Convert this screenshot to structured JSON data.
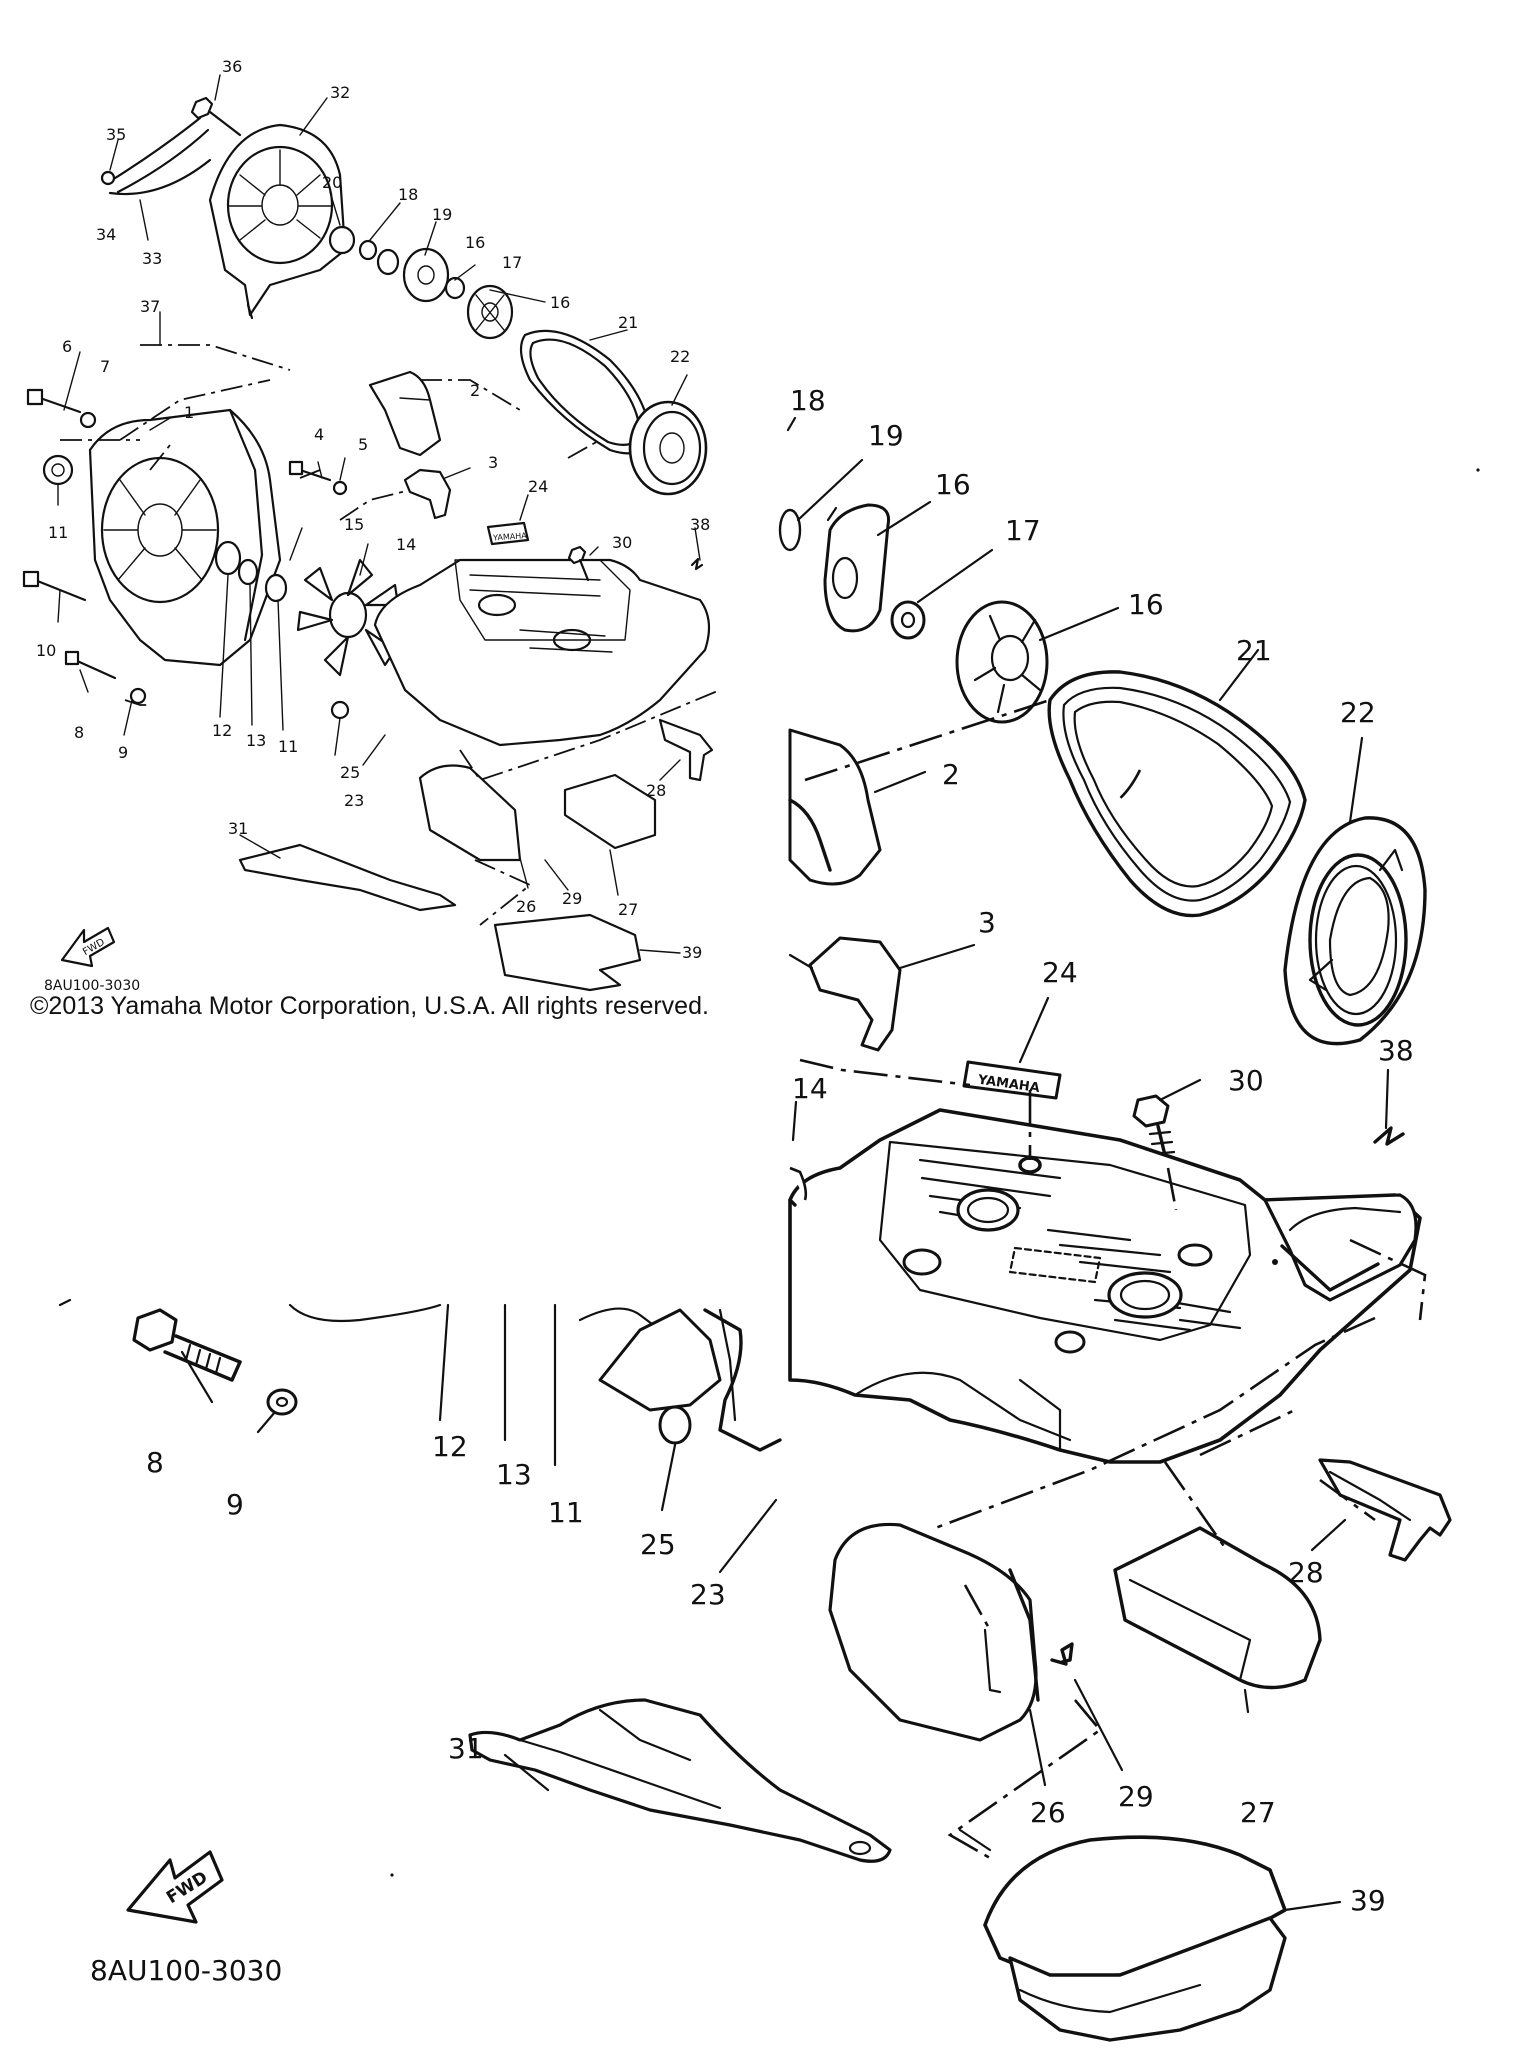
{
  "copyright": "©2013 Yamaha Motor Corporation, U.S.A. All rights reserved.",
  "diagram_code_small": "8AU100-3030",
  "diagram_code_large": "8AU100-3030",
  "fwd_label": "FWD",
  "decal_text": "YAMAHA",
  "callouts_small": [
    {
      "id": "36"
    },
    {
      "id": "32"
    },
    {
      "id": "35"
    },
    {
      "id": "34"
    },
    {
      "id": "33"
    },
    {
      "id": "20"
    },
    {
      "id": "18"
    },
    {
      "id": "19"
    },
    {
      "id": "16"
    },
    {
      "id": "17"
    },
    {
      "id": "16"
    },
    {
      "id": "21"
    },
    {
      "id": "22"
    },
    {
      "id": "37"
    },
    {
      "id": "6"
    },
    {
      "id": "7"
    },
    {
      "id": "1"
    },
    {
      "id": "2"
    },
    {
      "id": "4"
    },
    {
      "id": "5"
    },
    {
      "id": "3"
    },
    {
      "id": "24"
    },
    {
      "id": "30"
    },
    {
      "id": "38"
    },
    {
      "id": "11"
    },
    {
      "id": "15"
    },
    {
      "id": "14"
    },
    {
      "id": "10"
    },
    {
      "id": "8"
    },
    {
      "id": "9"
    },
    {
      "id": "12"
    },
    {
      "id": "13"
    },
    {
      "id": "11"
    },
    {
      "id": "25"
    },
    {
      "id": "23"
    },
    {
      "id": "28"
    },
    {
      "id": "31"
    },
    {
      "id": "26"
    },
    {
      "id": "29"
    },
    {
      "id": "27"
    },
    {
      "id": "39"
    }
  ],
  "callouts_large": [
    {
      "id": "18"
    },
    {
      "id": "19"
    },
    {
      "id": "16"
    },
    {
      "id": "17"
    },
    {
      "id": "16"
    },
    {
      "id": "21"
    },
    {
      "id": "22"
    },
    {
      "id": "2"
    },
    {
      "id": "3"
    },
    {
      "id": "24"
    },
    {
      "id": "30"
    },
    {
      "id": "38"
    },
    {
      "id": "14"
    },
    {
      "id": "8"
    },
    {
      "id": "9"
    },
    {
      "id": "12"
    },
    {
      "id": "13"
    },
    {
      "id": "11"
    },
    {
      "id": "25"
    },
    {
      "id": "23"
    },
    {
      "id": "28"
    },
    {
      "id": "31"
    },
    {
      "id": "26"
    },
    {
      "id": "29"
    },
    {
      "id": "27"
    },
    {
      "id": "39"
    }
  ]
}
